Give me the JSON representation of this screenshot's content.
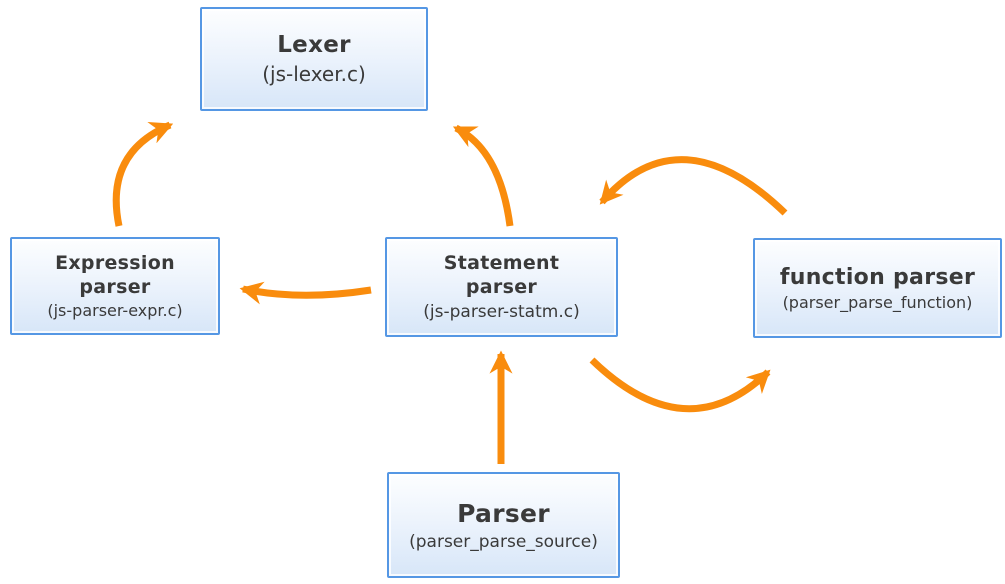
{
  "diagram": {
    "description": "Parser module call-flow diagram",
    "colors": {
      "arrow": "#F98C0D",
      "box_border": "#5597E4",
      "box_fill_top": "#FDFEFF",
      "box_fill_bottom": "#D7E6F8",
      "text": "#3A3A3A",
      "background": "#FFFFFF"
    },
    "nodes": {
      "lexer": {
        "title": "Lexer",
        "subtitle": "(js-lexer.c)"
      },
      "expression_parser": {
        "title_line1": "Expression",
        "title_line2": "parser",
        "subtitle": "(js-parser-expr.c)"
      },
      "statement_parser": {
        "title_line1": "Statement",
        "title_line2": "parser",
        "subtitle": "(js-parser-statm.c)"
      },
      "function_parser": {
        "title": "function parser",
        "subtitle": "(parser_parse_function)"
      },
      "parser": {
        "title": "Parser",
        "subtitle": "(parser_parse_source)"
      }
    },
    "edges": [
      {
        "from": "expression_parser",
        "to": "lexer"
      },
      {
        "from": "statement_parser",
        "to": "lexer"
      },
      {
        "from": "statement_parser",
        "to": "expression_parser"
      },
      {
        "from": "function_parser",
        "to": "statement_parser"
      },
      {
        "from": "statement_parser",
        "to": "function_parser"
      },
      {
        "from": "parser",
        "to": "statement_parser"
      }
    ]
  }
}
